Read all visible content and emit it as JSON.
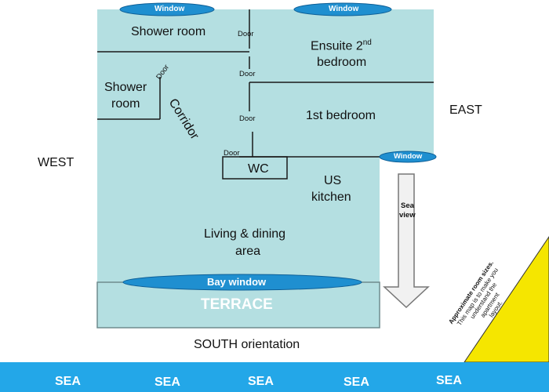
{
  "rooms": {
    "shower_room_top": "Shower room",
    "ensuite_line1": "Ensuite 2",
    "ensuite_sup": "nd",
    "ensuite_line2": "bedroom",
    "shower_room_left_line1": "Shower",
    "shower_room_left_line2": "room",
    "corridor": "Corridor",
    "first_bedroom": "1st bedroom",
    "wc": "WC",
    "us_kitchen_line1": "US",
    "us_kitchen_line2": "kitchen",
    "living_line1": "Living & dining",
    "living_line2": "area",
    "terrace": "TERRACE"
  },
  "doors": {
    "label": "Door"
  },
  "windows": {
    "top_left": "Window",
    "top_right": "Window",
    "east": "Window",
    "bay": "Bay window"
  },
  "compass": {
    "west": "WEST",
    "east": "EAST",
    "south": "SOUTH orientation"
  },
  "arrow": {
    "line1": "Sea",
    "line2": "view"
  },
  "note": {
    "line1": "Approximate room sizes.",
    "line2": "This map is to make you",
    "line3": "understand the",
    "line4": "apartment",
    "line5": "layout."
  },
  "sea": {
    "labels": [
      "SEA",
      "SEA",
      "SEA",
      "SEA",
      "SEA"
    ]
  },
  "colors": {
    "floor": "#b4dfe1",
    "wall": "#1a1a1a",
    "window_fill": "#1f8fd0",
    "sea": "#23a7e8",
    "note": "#f5e600"
  }
}
